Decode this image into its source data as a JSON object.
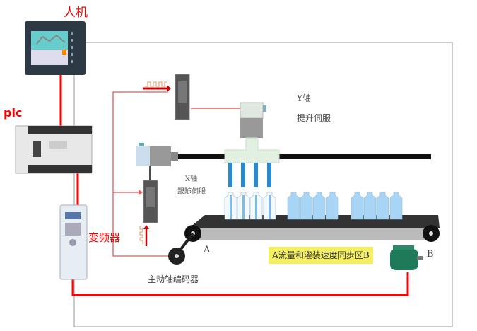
{
  "labels": {
    "hmi": "人机",
    "plc": "plc",
    "inverter": "变频器",
    "y_axis": "Y轴",
    "y_servo": "提升伺服",
    "x_axis": "X轴",
    "x_servo": "跟随伺服",
    "point_a": "A",
    "point_b": "B",
    "sync_zone": "A流量和灌装速度同步区B",
    "encoder": "主动轴编码器"
  },
  "colors": {
    "wire": "#ff0000",
    "frame": "#999999",
    "zone": "#f4f060",
    "motor": "#1f7a5a",
    "liquid": "#a8d4f5"
  }
}
